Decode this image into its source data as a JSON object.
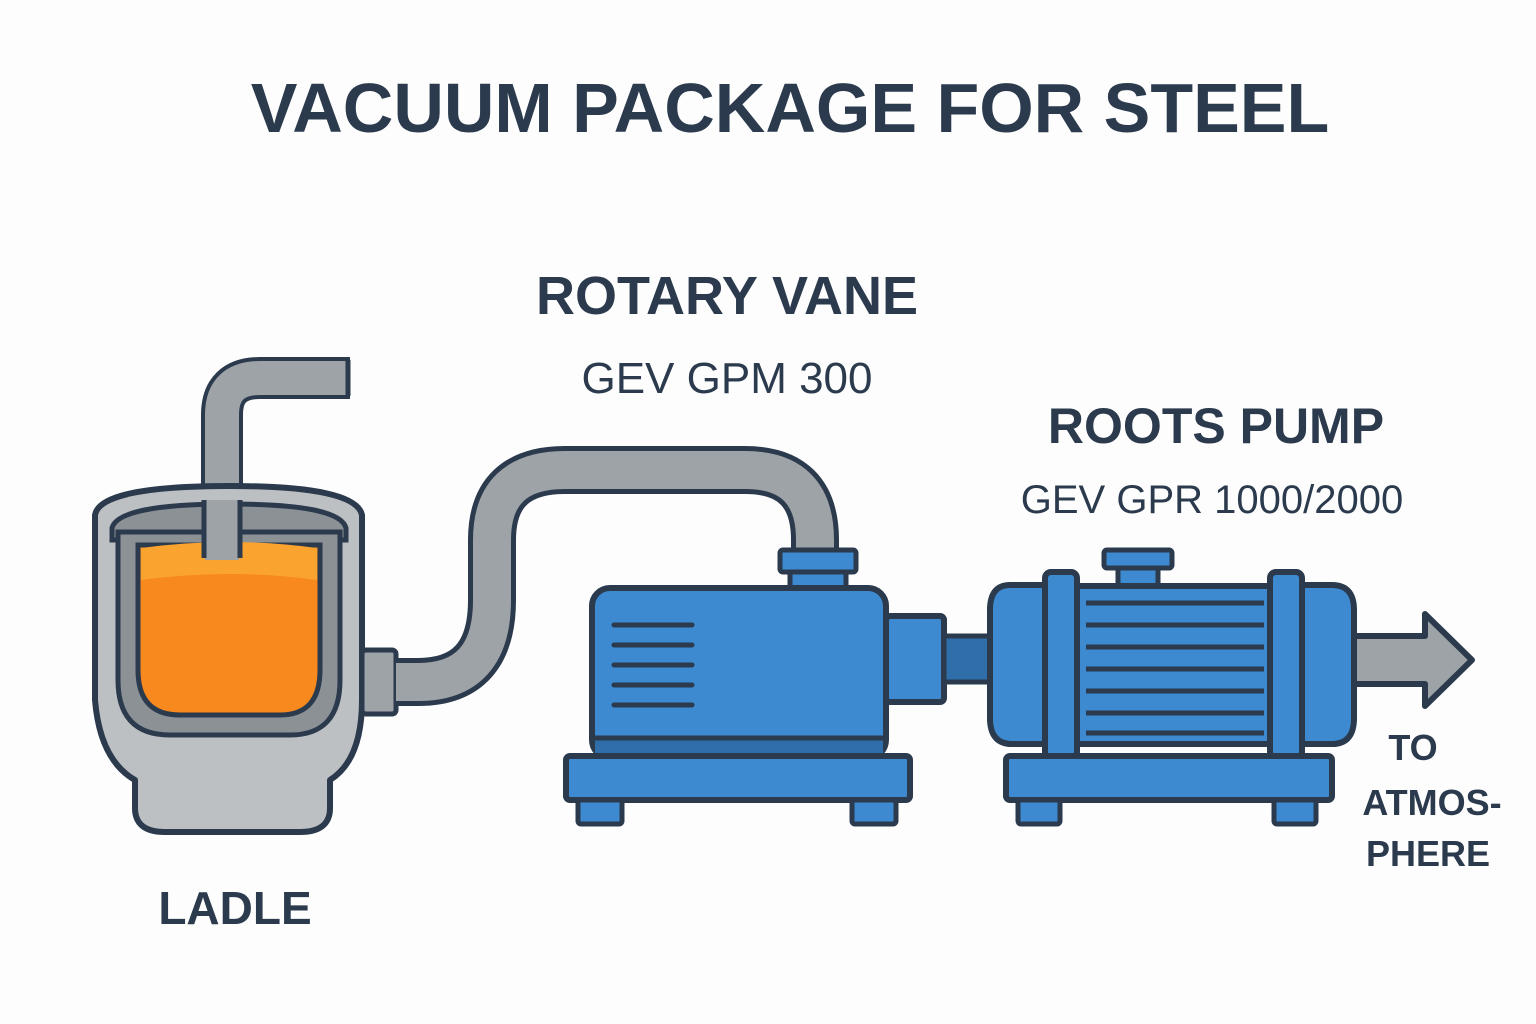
{
  "title": "VACUUM PACKAGE FOR STEEL",
  "labels": {
    "ladle": "LADLE",
    "rotary_vane_title": "ROTARY VANE",
    "rotary_vane_model": "GEV GPM 300",
    "roots_pump_title": "ROOTS PUMP",
    "roots_pump_model": "GEV GPR 1000/2000",
    "outlet_line1": "TO",
    "outlet_line2": "ATMOS-",
    "outlet_line3": "PHERE"
  },
  "colors": {
    "outline": "#2b3a4d",
    "pipe": "#9ea3a8",
    "ladle_shell": "#bdc0c3",
    "ladle_inner": "#8c9196",
    "steel": "#f7891f",
    "steel_top": "#fba32f",
    "pump_blue": "#3d8ad1",
    "pump_dark": "#2f6ea8"
  },
  "icons": [
    "ladle-icon",
    "rotary-vane-pump-icon",
    "roots-pump-icon",
    "outlet-arrow-icon"
  ]
}
